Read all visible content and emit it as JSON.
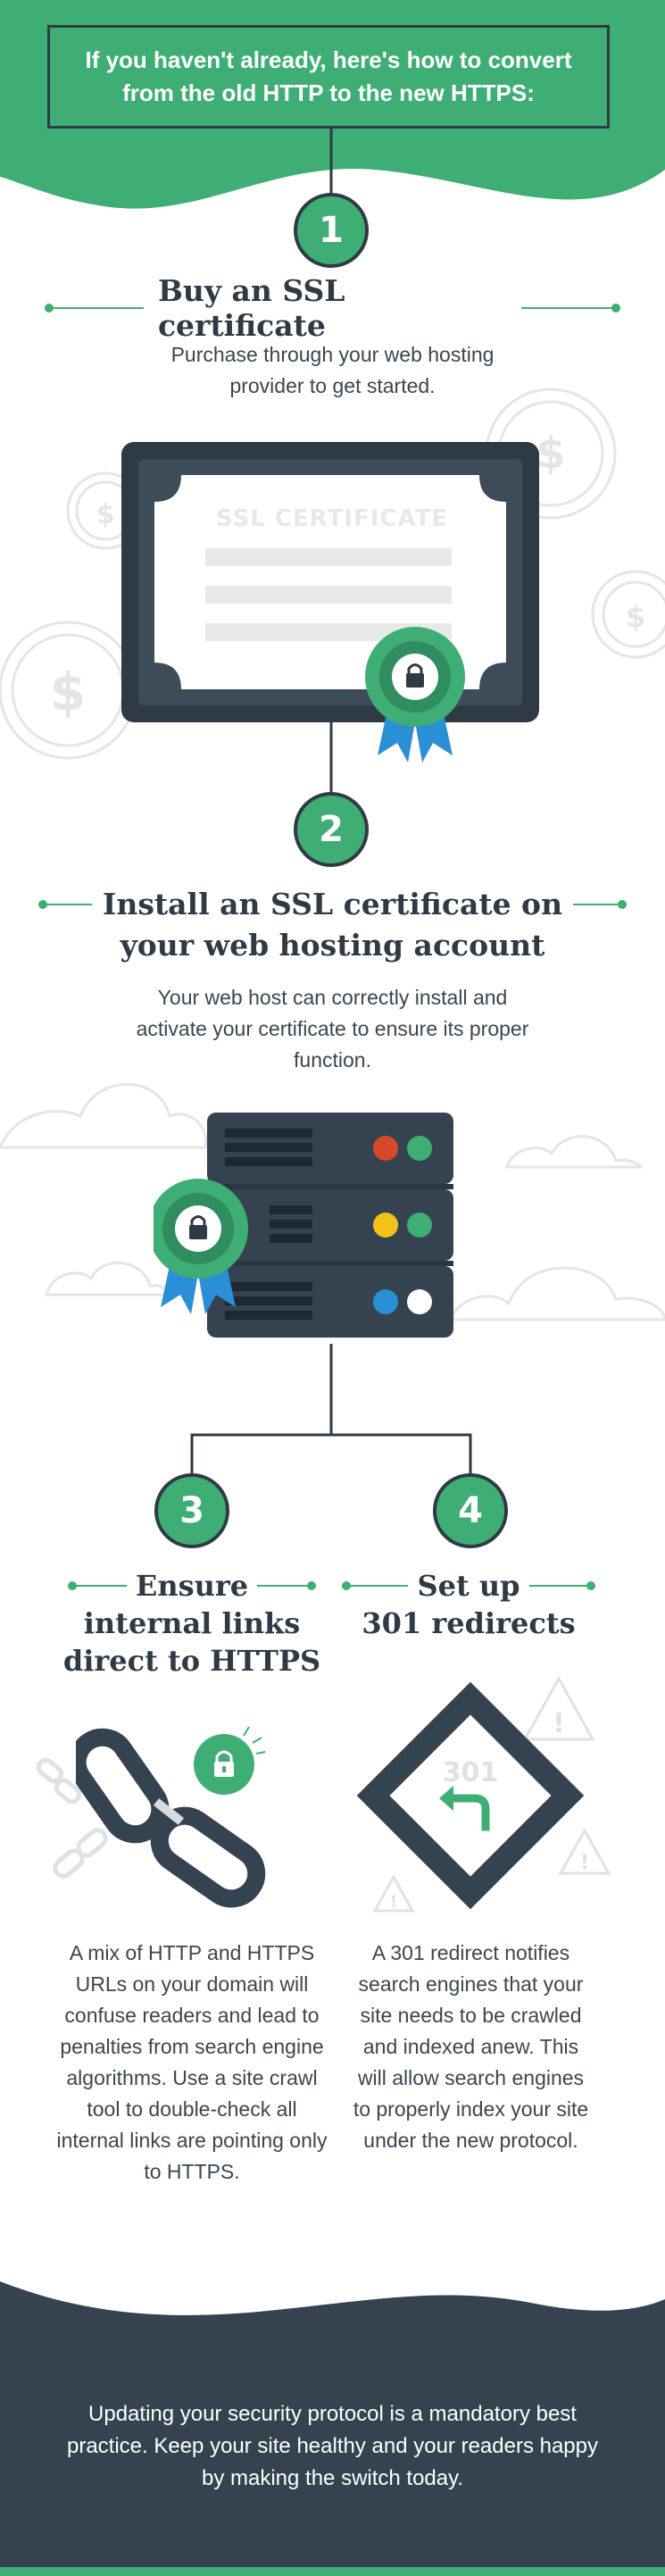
{
  "header": {
    "text": "If you haven't already, here's how to convert from the old HTTP to the new HTTPS:"
  },
  "steps": [
    {
      "number": "1",
      "title": "Buy an SSL certificate",
      "body": "Purchase through your web hosting provider to get started."
    },
    {
      "number": "2",
      "title_line1": "Install an SSL certificate on",
      "title_line2": "your web hosting account",
      "body": "Your web host can correctly install and activate your certificate to ensure its proper function."
    },
    {
      "number": "3",
      "title_line1": "Ensure",
      "title_line2": "internal links",
      "title_line3": "direct to HTTPS",
      "body": "A mix of HTTP and HTTPS URLs on your domain will confuse readers and lead to penalties from search engine algorithms. Use a site crawl tool to double-check all internal links are pointing only to HTTPS."
    },
    {
      "number": "4",
      "title_line1": "Set up",
      "title_line2": "301 redirects",
      "body": "A 301 redirect notifies search engines that your site needs to be crawled and indexed anew. This will allow search engines to properly index your site under the new protocol."
    }
  ],
  "certificate": {
    "label": "SSL CERTIFICATE"
  },
  "redirect_sign": {
    "label": "301"
  },
  "footer": {
    "text": "Updating your security protocol is a mandatory best practice. Keep your site healthy and your readers happy by making the switch today."
  },
  "colors": {
    "green": "#3fae74",
    "dark": "#2f3a44",
    "blue": "#2b8fd6",
    "red": "#d9472b",
    "yellow": "#f2c21a"
  },
  "icons": [
    "lock-icon",
    "dollar-coin-icon",
    "cloud-icon",
    "warning-triangle-icon",
    "chain-link-icon",
    "redirect-arrow-icon",
    "ribbon-seal-icon"
  ]
}
